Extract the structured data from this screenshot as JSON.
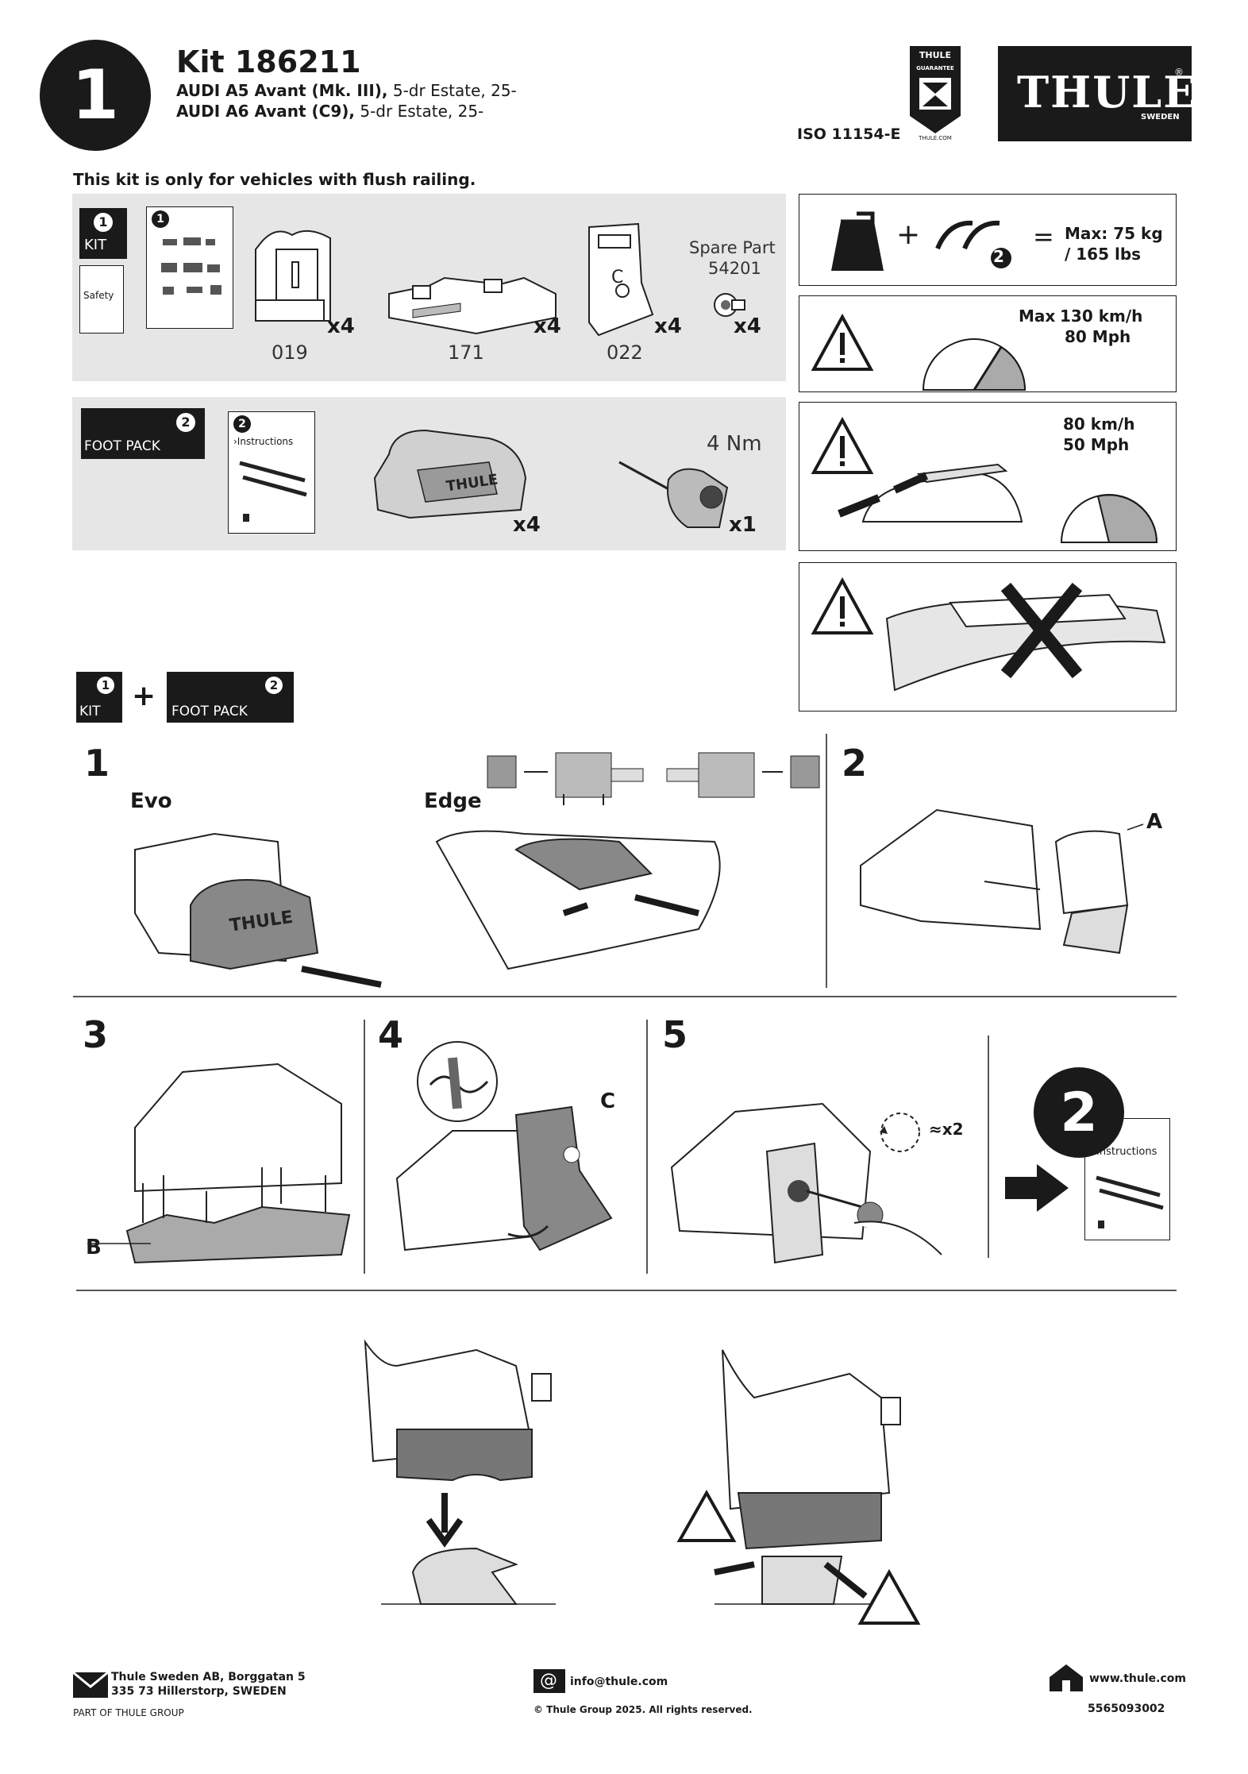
{
  "header": {
    "step_number": "1",
    "kit_title": "Kit 186211",
    "vehicles": [
      {
        "model": "AUDI A5 Avant (Mk. III),",
        "desc": " 5-dr Estate, 25-"
      },
      {
        "model": "AUDI A6 Avant (C9),",
        "desc": " 5-dr Estate, 25-"
      }
    ],
    "iso": "ISO 11154-E",
    "guarantee_badge": {
      "top": "THULE",
      "middle": "GUARANTEE",
      "bottom": "THULE.COM"
    },
    "logo": {
      "text": "THULE",
      "sub": "SWEDEN",
      "reg": "®"
    }
  },
  "notice": "This kit is only for vehicles with flush railing.",
  "kit_panel": {
    "kit_box": {
      "number": "1",
      "label": "KIT"
    },
    "safety_label": "Safety",
    "manual_number": "1",
    "parts": [
      {
        "code": "019",
        "qty": "x4"
      },
      {
        "code": "171",
        "qty": "x4"
      },
      {
        "code": "022",
        "qty": "x4"
      }
    ],
    "spare": {
      "label": "Spare Part",
      "code": "54201",
      "qty": "x4"
    }
  },
  "foot_panel": {
    "box": {
      "number": "2",
      "label": "FOOT PACK"
    },
    "manual_number": "2",
    "instructions_label": "›Instructions",
    "foot_qty": "x4",
    "tool_torque": "4 Nm",
    "tool_qty": "x1"
  },
  "warnings": {
    "load": {
      "plus": "+",
      "equals": "=",
      "info": "2",
      "max": "Max: 75 kg",
      "lbs": "/ 165 lbs"
    },
    "speed1": {
      "prefix": "Max",
      "kmh": "130 km/h",
      "mph": "80 Mph"
    },
    "speed2": {
      "kmh": "80 km/h",
      "mph": "50 Mph"
    }
  },
  "combo": {
    "kit_num": "1",
    "kit_label": "KIT",
    "plus": "+",
    "foot_num": "2",
    "foot_label": "FOOT PACK"
  },
  "steps": {
    "s1": {
      "number": "1",
      "evo": "Evo",
      "edge": "Edge"
    },
    "s2": {
      "number": "2",
      "label_a": "A"
    },
    "s3": {
      "number": "3",
      "label_b": "B"
    },
    "s4": {
      "number": "4",
      "label_c": "C"
    },
    "s5": {
      "number": "5",
      "repeat": "≈x2"
    },
    "next": {
      "number": "2",
      "instructions": "Instructions"
    }
  },
  "footer": {
    "address1": "Thule Sweden AB, Borggatan 5",
    "address2": "335 73 Hillerstorp, SWEDEN",
    "group": "PART OF THULE GROUP",
    "email": "info@thule.com",
    "copyright": "© Thule Group 2025. All rights reserved.",
    "web": "www.thule.com",
    "doc_number": "5565093002"
  }
}
